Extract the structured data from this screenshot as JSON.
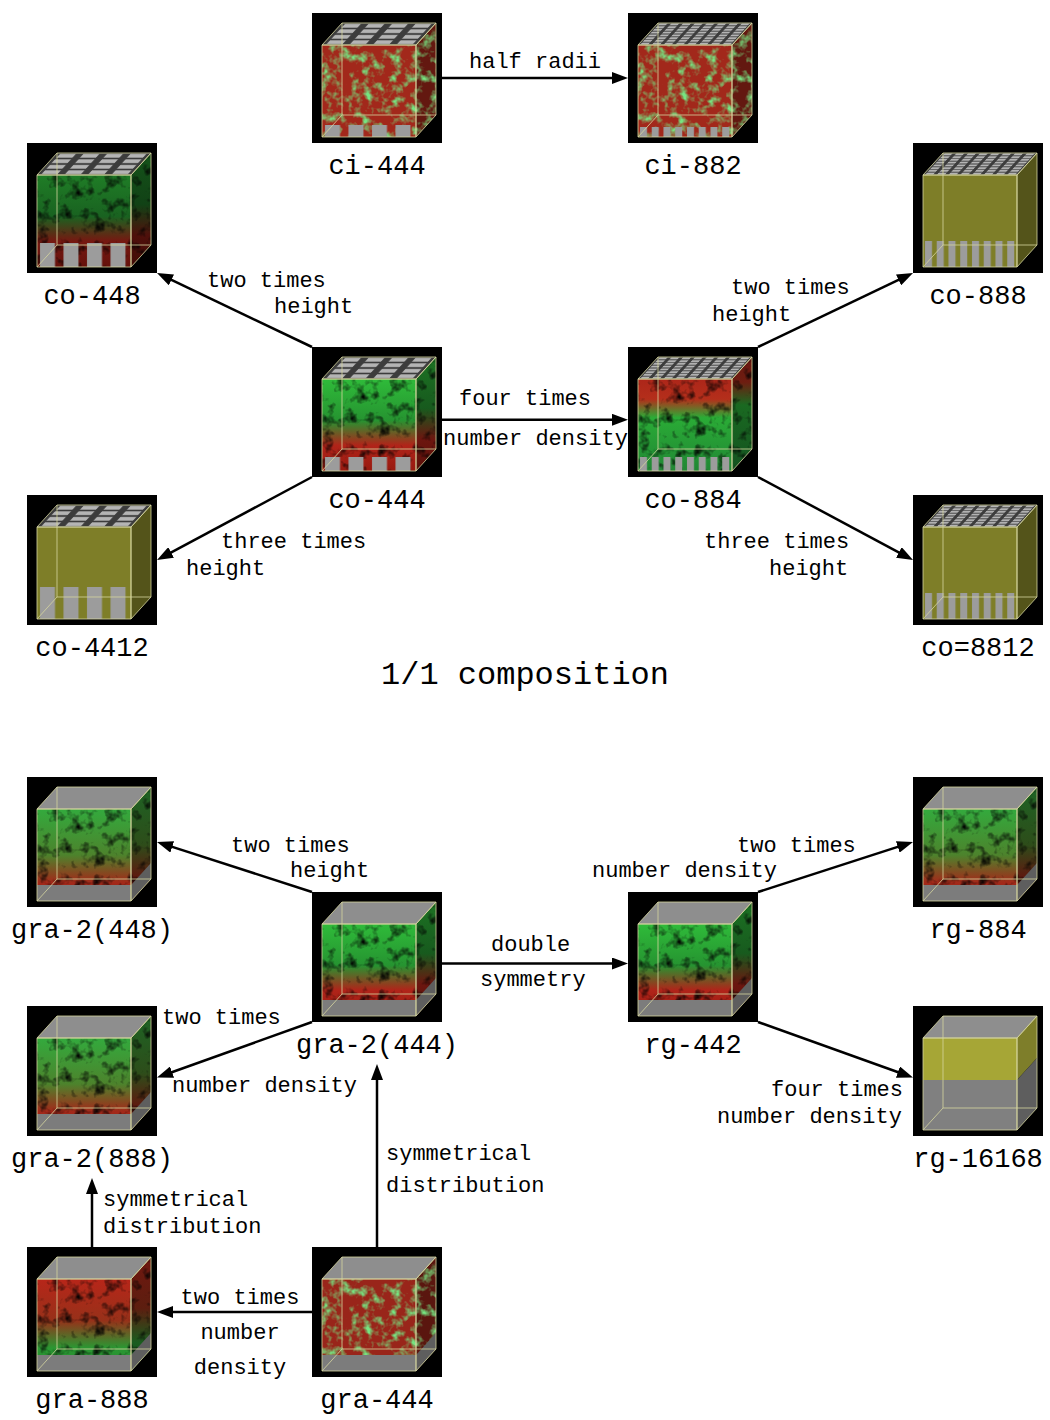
{
  "diagram": {
    "nodes": [
      {
        "text": [
          "ci-444"
        ]
      },
      {
        "text": [
          "ci-882"
        ]
      },
      {
        "text": [
          "co-448"
        ]
      },
      {
        "text": [
          "co-888"
        ]
      },
      {
        "text": [
          "co-444"
        ]
      },
      {
        "text": [
          "co-884"
        ]
      },
      {
        "text": [
          "co-4412"
        ]
      },
      {
        "text": [
          "co=8812"
        ]
      },
      {
        "text": [
          "gra-2(448)"
        ]
      },
      {
        "text": [
          "rg-884"
        ]
      },
      {
        "text": [
          "gra-2(444)"
        ]
      },
      {
        "text": [
          "rg-442"
        ]
      },
      {
        "text": [
          "gra-2(888)"
        ]
      },
      {
        "text": [
          "rg-16168"
        ]
      },
      {
        "text": [
          "gra-888"
        ]
      },
      {
        "text": [
          "gra-444"
        ]
      }
    ],
    "edges": [
      {
        "from": 0,
        "to": 1,
        "label": "half radii",
        "arrow": "to"
      },
      {
        "from": 4,
        "to": 2,
        "label": "two times height",
        "arrow": "to"
      },
      {
        "from": 4,
        "to": 6,
        "label": "three times height",
        "arrow": "to"
      },
      {
        "from": 4,
        "to": 5,
        "label": "four times number density",
        "arrow": "to"
      },
      {
        "from": 5,
        "to": 3,
        "label": "two times height",
        "arrow": "to"
      },
      {
        "from": 5,
        "to": 7,
        "label": "three times height",
        "arrow": "to"
      },
      {
        "from": 10,
        "to": 8,
        "label": "two times height",
        "arrow": "to"
      },
      {
        "from": 10,
        "to": 12,
        "label": "two times number density",
        "arrow": "to"
      },
      {
        "from": 10,
        "to": 11,
        "label": "double symmetry",
        "arrow": "to"
      },
      {
        "from": 11,
        "to": 9,
        "label": "two times number density",
        "arrow": "to"
      },
      {
        "from": 11,
        "to": 13,
        "label": "four times number density",
        "arrow": "to"
      },
      {
        "from": 15,
        "to": 10,
        "label": "symmetrical distribution",
        "arrow": "to"
      },
      {
        "from": 15,
        "to": 14,
        "label": "two times number density",
        "arrow": "to"
      },
      {
        "from": 14,
        "to": 12,
        "label": "symmetrical distribution",
        "arrow": "to"
      }
    ],
    "labels": [
      "1/1 composition"
    ]
  }
}
